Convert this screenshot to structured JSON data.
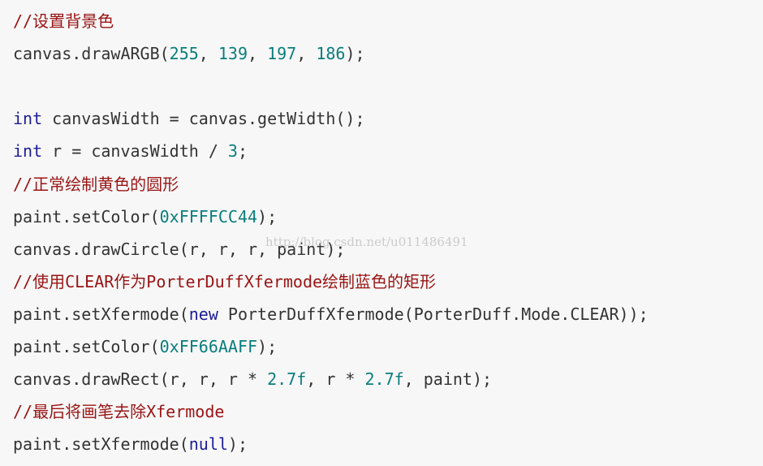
{
  "colors": {
    "background": "#f7f7f7",
    "comment": "#9a1414",
    "keyword": "#1d1d96",
    "number": "#0a7d7d",
    "text": "#333333"
  },
  "watermark": "http://blog.csdn.net/u011486491",
  "lines": [
    {
      "segments": [
        {
          "t": "//设置背景色",
          "c": "comment"
        }
      ]
    },
    {
      "segments": [
        {
          "t": "canvas.drawARGB(",
          "c": "plain"
        },
        {
          "t": "255",
          "c": "num"
        },
        {
          "t": ", ",
          "c": "plain"
        },
        {
          "t": "139",
          "c": "num"
        },
        {
          "t": ", ",
          "c": "plain"
        },
        {
          "t": "197",
          "c": "num"
        },
        {
          "t": ", ",
          "c": "plain"
        },
        {
          "t": "186",
          "c": "num"
        },
        {
          "t": ");",
          "c": "plain"
        }
      ]
    },
    {
      "segments": []
    },
    {
      "segments": [
        {
          "t": "int",
          "c": "kw"
        },
        {
          "t": " canvasWidth = canvas.getWidth();",
          "c": "plain"
        }
      ]
    },
    {
      "segments": [
        {
          "t": "int",
          "c": "kw"
        },
        {
          "t": " r = canvasWidth / ",
          "c": "plain"
        },
        {
          "t": "3",
          "c": "num"
        },
        {
          "t": ";",
          "c": "plain"
        }
      ]
    },
    {
      "segments": [
        {
          "t": "//正常绘制黄色的圆形",
          "c": "comment"
        }
      ]
    },
    {
      "segments": [
        {
          "t": "paint.setColor(",
          "c": "plain"
        },
        {
          "t": "0xFFFFCC44",
          "c": "num"
        },
        {
          "t": ");",
          "c": "plain"
        }
      ]
    },
    {
      "segments": [
        {
          "t": "canvas.drawCircle(r, r, r, paint);",
          "c": "plain"
        }
      ]
    },
    {
      "segments": [
        {
          "t": "//使用CLEAR作为PorterDuffXfermode绘制蓝色的矩形",
          "c": "comment"
        }
      ]
    },
    {
      "segments": [
        {
          "t": "paint.setXfermode(",
          "c": "plain"
        },
        {
          "t": "new",
          "c": "kw"
        },
        {
          "t": " PorterDuffXfermode(PorterDuff.Mode.CLEAR));",
          "c": "plain"
        }
      ]
    },
    {
      "segments": [
        {
          "t": "paint.setColor(",
          "c": "plain"
        },
        {
          "t": "0xFF66AAFF",
          "c": "num"
        },
        {
          "t": ");",
          "c": "plain"
        }
      ]
    },
    {
      "segments": [
        {
          "t": "canvas.drawRect(r, r, r * ",
          "c": "plain"
        },
        {
          "t": "2.7f",
          "c": "num"
        },
        {
          "t": ", r * ",
          "c": "plain"
        },
        {
          "t": "2.7f",
          "c": "num"
        },
        {
          "t": ", paint);",
          "c": "plain"
        }
      ]
    },
    {
      "segments": [
        {
          "t": "//最后将画笔去除Xfermode",
          "c": "comment"
        }
      ]
    },
    {
      "segments": [
        {
          "t": "paint.setXfermode(",
          "c": "plain"
        },
        {
          "t": "null",
          "c": "kw"
        },
        {
          "t": ");",
          "c": "plain"
        }
      ]
    }
  ]
}
